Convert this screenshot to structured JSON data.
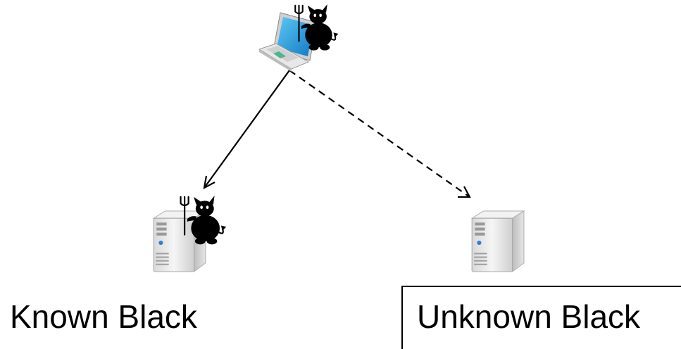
{
  "nodes": {
    "attacker_laptop": {
      "icon": "laptop-with-devil-icon"
    },
    "known_server": {
      "icon": "server-with-devil-icon",
      "label": "Known Black"
    },
    "unknown_server": {
      "icon": "server-icon",
      "label": "Unknown Black"
    }
  },
  "edges": [
    {
      "from": "attacker_laptop",
      "to": "known_server",
      "style": "solid"
    },
    {
      "from": "attacker_laptop",
      "to": "unknown_server",
      "style": "dashed"
    }
  ]
}
